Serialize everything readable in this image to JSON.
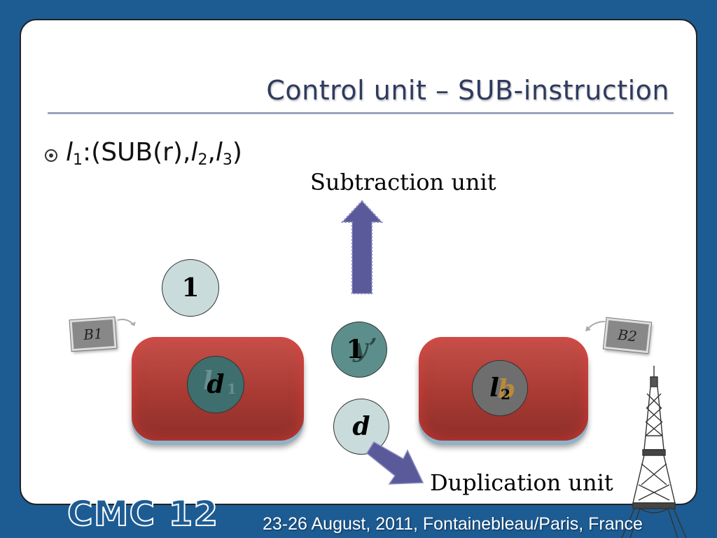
{
  "slide": {
    "title": "Control unit – SUB-instruction",
    "bullet": {
      "l1": "l",
      "l1_sub": "1",
      "sep": ":(SUB(r),",
      "l2": "l",
      "l2_sub": "2",
      "comma": ",",
      "l3": "l",
      "l3_sub": "3",
      "close": ")"
    }
  },
  "diagram": {
    "subtraction_label": "Subtraction unit",
    "duplication_label": "Duplication unit",
    "tag_left": "B1",
    "tag_right": "B2",
    "circle_one": "1",
    "left_circle_main": "d",
    "left_circle_ghost": "l",
    "left_circle_sub": "1",
    "center_circle_main": "1",
    "center_circle_ghost": "y’",
    "right_circle_main": "l",
    "right_circle_ghost": "b",
    "right_circle_sub": "2",
    "bottom_circle": "d"
  },
  "footer": {
    "left": "CMC 12",
    "right": "23-26 August, 2011, Fontainebleau/Paris, France"
  },
  "colors": {
    "background": "#1d5c93",
    "title": "#2f3a5e",
    "arrow": "#5a5a9a",
    "box": "#b5433c"
  }
}
